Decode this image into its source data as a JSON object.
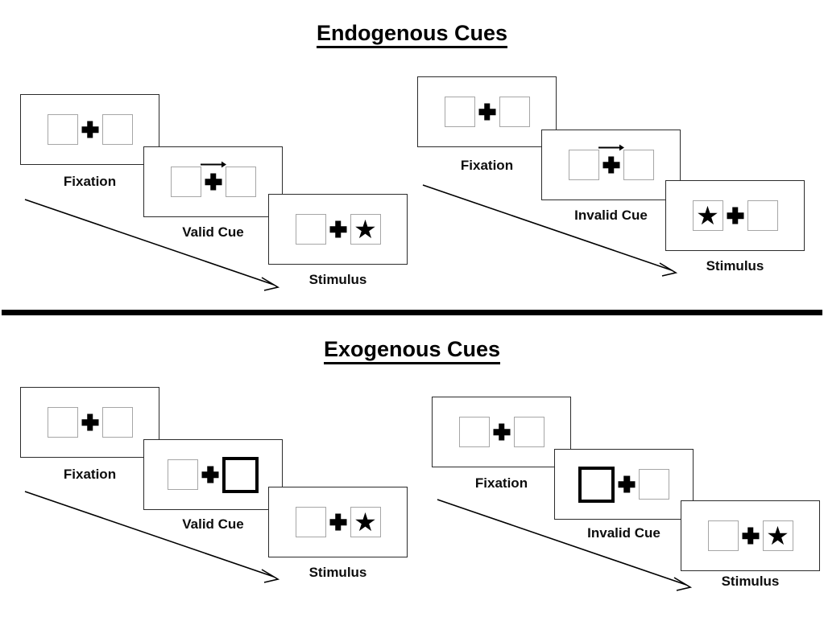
{
  "sections": [
    {
      "id": "endogenous",
      "title": "Endogenous Cues",
      "cue_type": "central-arrow",
      "groups": [
        {
          "id": "endogenous-valid",
          "frames": [
            {
              "label": "Fixation",
              "left_box": "empty",
              "right_box": "empty",
              "cue": "none",
              "cross": "plus"
            },
            {
              "label": "Valid Cue",
              "left_box": "empty",
              "right_box": "empty",
              "cue": "arrow-right",
              "cross": "plus"
            },
            {
              "label": "Stimulus",
              "left_box": "empty",
              "right_box": "star",
              "cue": "none",
              "cross": "plus"
            }
          ]
        },
        {
          "id": "endogenous-invalid",
          "frames": [
            {
              "label": "Fixation",
              "left_box": "empty",
              "right_box": "empty",
              "cue": "none",
              "cross": "plus"
            },
            {
              "label": "Invalid Cue",
              "left_box": "empty",
              "right_box": "empty",
              "cue": "arrow-right",
              "cross": "plus"
            },
            {
              "label": "Stimulus",
              "left_box": "star",
              "right_box": "empty",
              "cue": "none",
              "cross": "plus"
            }
          ]
        }
      ]
    },
    {
      "id": "exogenous",
      "title": "Exogenous Cues",
      "cue_type": "peripheral-box-flash",
      "groups": [
        {
          "id": "exogenous-valid",
          "frames": [
            {
              "label": "Fixation",
              "left_box": "empty",
              "right_box": "empty",
              "cue": "none",
              "cross": "plus"
            },
            {
              "label": "Valid Cue",
              "left_box": "empty",
              "right_box": "cued",
              "cue": "none",
              "cross": "plus"
            },
            {
              "label": "Stimulus",
              "left_box": "empty",
              "right_box": "star",
              "cue": "none",
              "cross": "plus"
            }
          ]
        },
        {
          "id": "exogenous-invalid",
          "frames": [
            {
              "label": "Fixation",
              "left_box": "empty",
              "right_box": "empty",
              "cue": "none",
              "cross": "plus"
            },
            {
              "label": "Invalid Cue",
              "left_box": "cued",
              "right_box": "empty",
              "cue": "none",
              "cross": "plus"
            },
            {
              "label": "Stimulus",
              "left_box": "empty",
              "right_box": "star",
              "cue": "none",
              "cross": "plus"
            }
          ]
        }
      ]
    }
  ],
  "glyphs": {
    "star": "★",
    "fixation_cross": "plus-cross",
    "cue_arrow": "arrow-right-icon",
    "sequence_arrow": "diagonal-arrow-icon"
  },
  "colors": {
    "ink": "#000000",
    "panel_border": "#2b2b2b",
    "box_border": "#a6a6a6",
    "cued_box_border": "#000000",
    "background": "#ffffff",
    "label": "#0d0d0d"
  }
}
